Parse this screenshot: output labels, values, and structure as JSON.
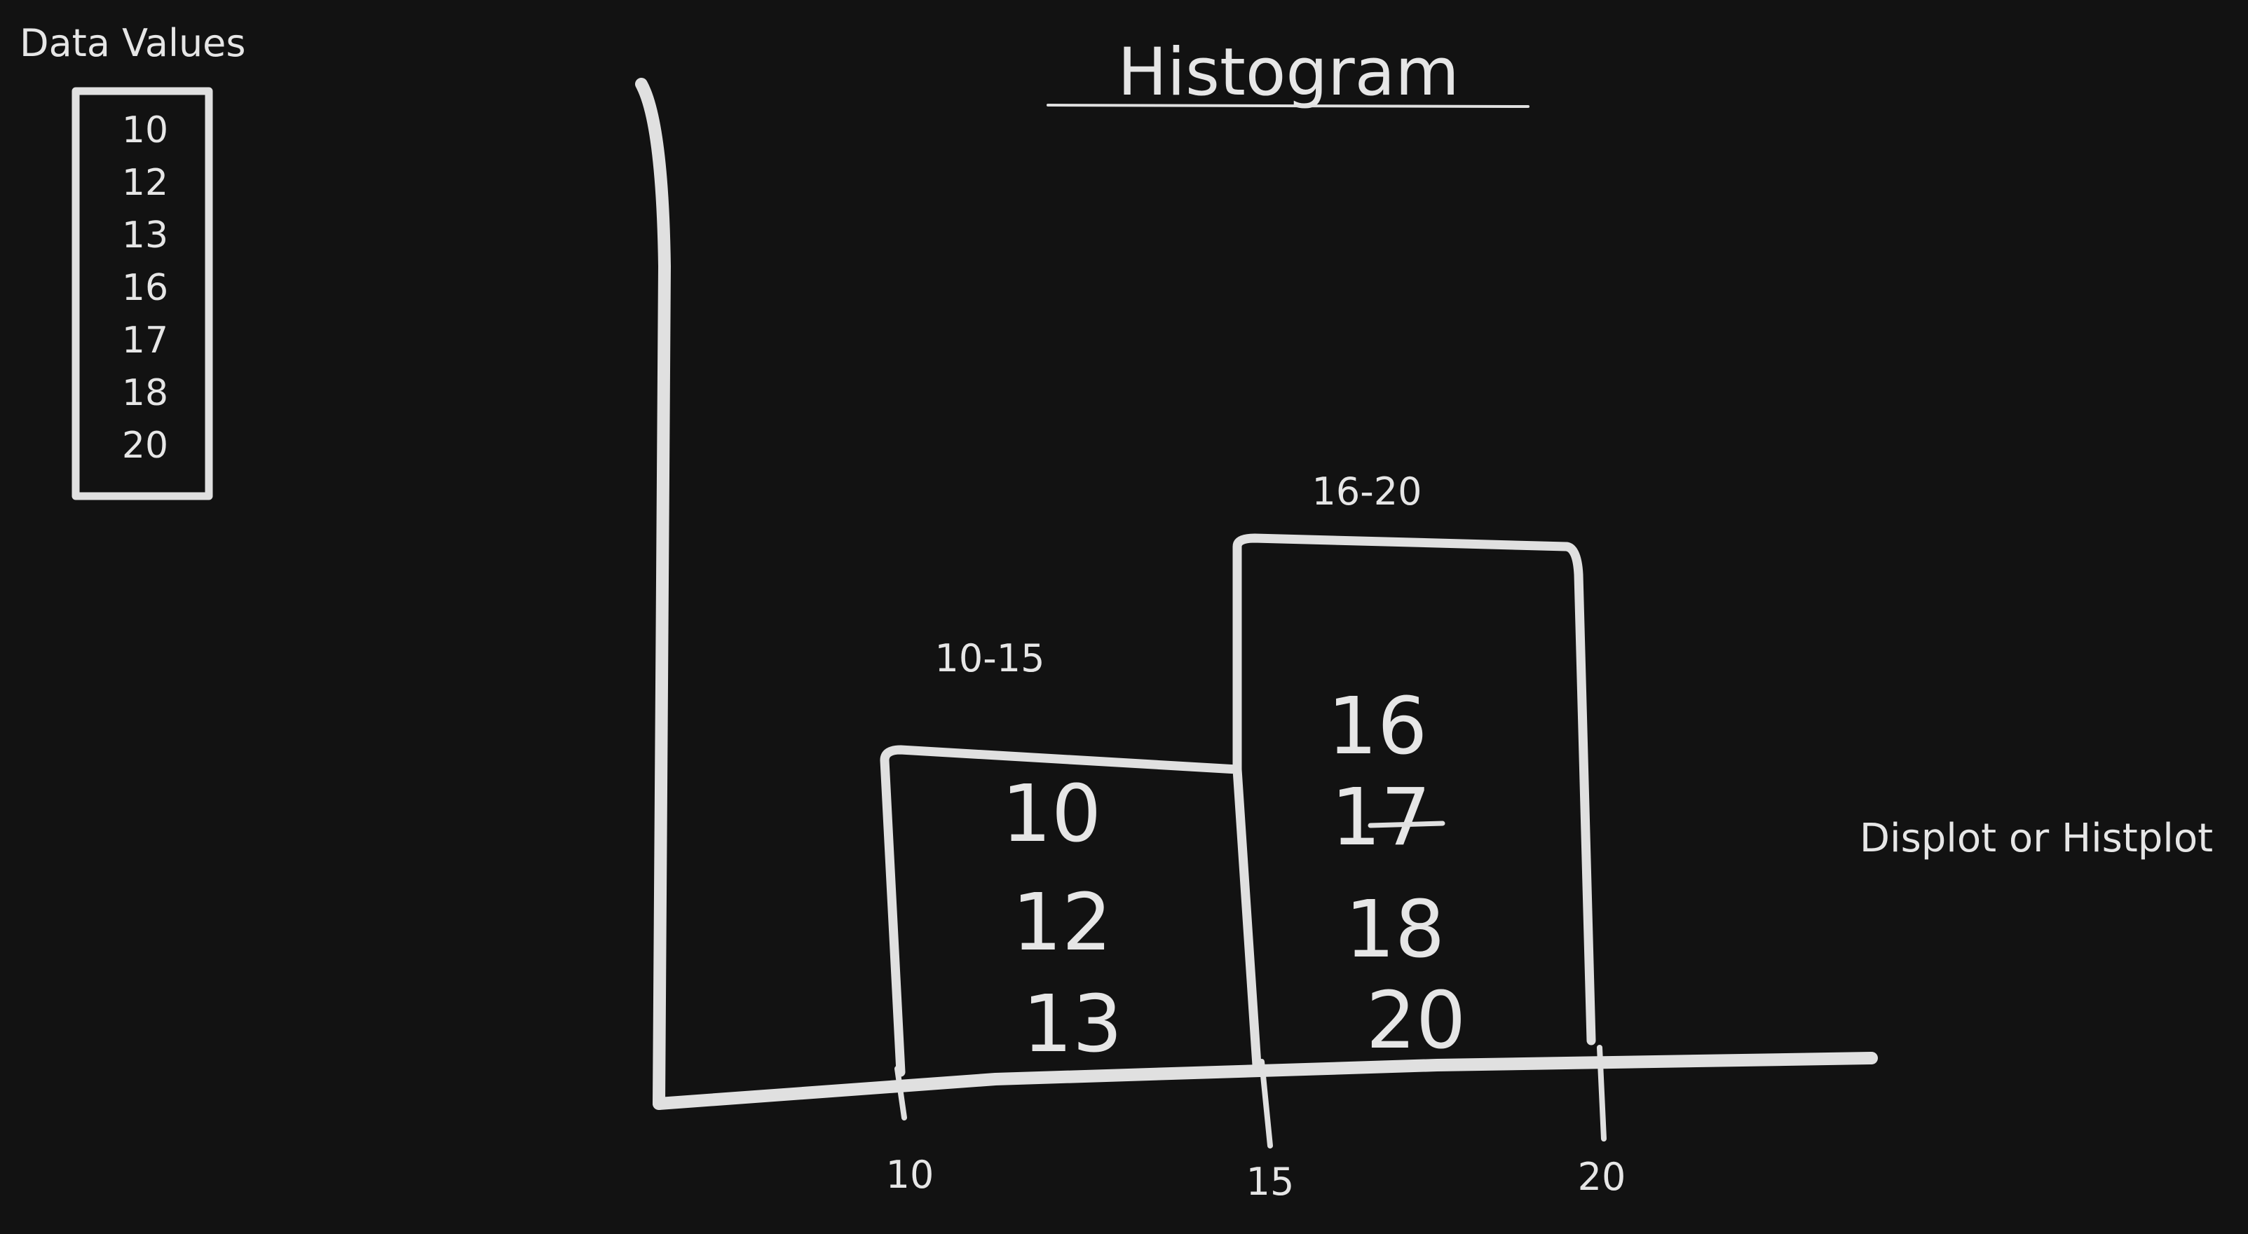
{
  "legend": {
    "title": "Data Values",
    "values": [
      "10",
      "12",
      "13",
      "16",
      "17",
      "18",
      "20"
    ]
  },
  "title": "Histogram",
  "side_note": "Displot or Histplot",
  "bins": [
    {
      "label": "10-15",
      "start": 10,
      "end": 15,
      "count": 3,
      "members": [
        "10",
        "12",
        "13"
      ]
    },
    {
      "label": "16-20",
      "start": 15,
      "end": 20,
      "count": 4,
      "members": [
        "16",
        "17",
        "18",
        "20"
      ]
    }
  ],
  "x_ticks": [
    "10",
    "15",
    "20"
  ],
  "colors": {
    "background": "#121212",
    "ink": "#e0e0e0"
  }
}
